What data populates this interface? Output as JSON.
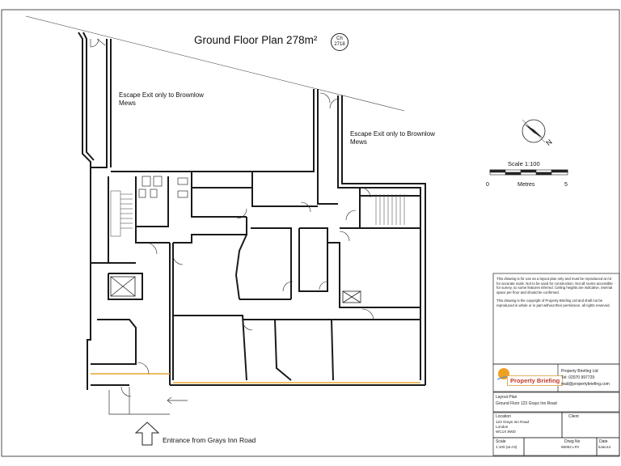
{
  "plan": {
    "title": "Ground Floor Plan 278m²",
    "badge_top": "Ch",
    "badge_bottom": "2718",
    "escape_note_1": "Escape Exit only to Brownlow Mews",
    "escape_note_2": "Escape Exit only to Brownlow Mews",
    "scale_label": "Scale 1:100",
    "metres_label": "Metres",
    "scale_start": "0",
    "scale_end": "5",
    "compass_letter": "N",
    "entrance_label": "Entrance from Grays Inn Road"
  },
  "title_block": {
    "disclaimer_1": "This drawing is for use as a layout plan only and must be reproduced at A3 for accurate scale. Not to be used for construction. Not all rooms accessible for survey, so some features inferred. Ceiling heights are indicative, internal space per floor and should be confirmed.",
    "disclaimer_2": "This drawing is the copyright of Property Briefing Ltd and shall not be reproduced in whole or in part without their permission, all rights reserved.",
    "brand": "Property Briefing",
    "company_name": "Property Briefing Ltd",
    "company_tel": "Tel: 02070 997729",
    "company_email": "mail@propertybriefing.com",
    "layout_label": "Layout Plan",
    "layout_value": "Ground Floor 123 Grays Inn Road",
    "location_label": "Location",
    "location_line1": "123 Grays Inn Road",
    "location_line2": "London",
    "location_line3": "WC1X 8WD",
    "client_label": "Client",
    "scale_label": "Scale",
    "scale_value": "1:100 (at A3)",
    "drawing_label": "Drwg No",
    "drawing_value": "66062 LF0",
    "date_label": "Date",
    "date_value": "6Jan14"
  },
  "colors": {
    "line": "#1a1a1a",
    "glazing": "#e8a530",
    "stair": "#555555",
    "logo_sun": "#f0a020",
    "logo_text": "#c0392b"
  }
}
